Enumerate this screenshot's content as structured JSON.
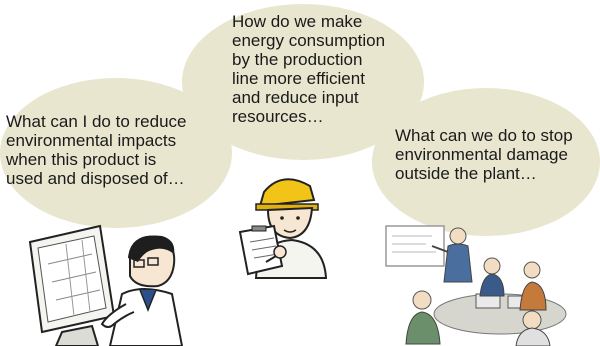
{
  "colors": {
    "bubble": "#e8e6cf",
    "text": "#1a1a1a"
  },
  "bubbles": [
    {
      "lines": [
        "What can I do to reduce",
        "environmental impacts",
        "when this product is",
        "used and disposed of…"
      ]
    },
    {
      "lines": [
        "How do we make",
        "energy consumption",
        "by the production",
        "line more efficient",
        "and reduce input",
        "resources…"
      ]
    },
    {
      "lines": [
        "What can we do to stop",
        "environmental damage",
        "outside the plant…"
      ]
    }
  ],
  "illustrations": [
    {
      "icon": "designer-at-computer-icon"
    },
    {
      "icon": "worker-with-clipboard-icon"
    },
    {
      "icon": "office-meeting-icon"
    }
  ]
}
